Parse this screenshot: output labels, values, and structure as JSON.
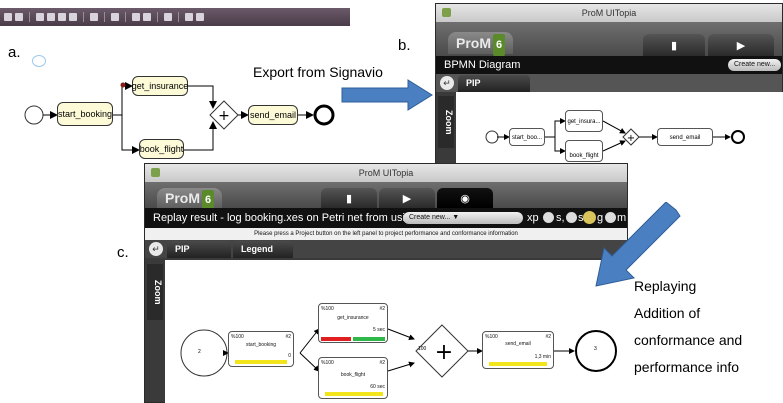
{
  "panel_a": {
    "letter": "a.",
    "toolbar_icons": [
      "tool",
      "tool",
      "zoom-in",
      "zoom-out",
      "zoom",
      "zoom",
      "text",
      "format",
      "shape",
      "chart",
      "export",
      "mail",
      "book"
    ],
    "nodes": {
      "start_booking": "start_booking",
      "get_insurance": "get_insurance",
      "book_flight": "book_flight",
      "send_email": "send_email"
    }
  },
  "arrow_export": {
    "label": "Export from Signavio"
  },
  "panel_b": {
    "letter": "b.",
    "window_title": "ProM UITopia",
    "logo": "ProM",
    "logo_version": "6",
    "view_title": "BPMN Diagram",
    "create_new": "Create new...",
    "pip_label": "PIP",
    "zoom_label": "Zoom",
    "nodes": {
      "start": "start_boo...",
      "insurance": "get_insura...",
      "flight": "book_flight",
      "email": "send_email"
    }
  },
  "panel_c": {
    "letter": "c.",
    "window_title": "ProM UITopia",
    "logo": "ProM",
    "logo_version": "6",
    "view_title": "Replay result - log booking.xes on Petri net from  usi",
    "view_title_tail": "xp",
    "view_title_tail2": "s,",
    "view_title_tail3": "st",
    "view_title_tail4": "g",
    "view_title_tail5": "m",
    "create_new": "Create new...",
    "info": "Please press a Project button on the left panel to project performance and conformance information",
    "pip_label": "PIP",
    "legend_label": "Legend",
    "zoom_label": "Zoom",
    "source_place": "2",
    "sink_place": "3",
    "gateway_label": "100",
    "nodes": {
      "start_booking": {
        "pct": "%100",
        "count": "#2",
        "name": "start_booking",
        "time": "0"
      },
      "get_insurance": {
        "pct": "%100",
        "count": "#2",
        "name": "get_insurance",
        "time": "5 sec",
        "bars": [
          "#e02020",
          "#2fb84a"
        ]
      },
      "book_flight": {
        "pct": "%100",
        "count": "#2",
        "name": "book_flight",
        "time": "60 sec"
      },
      "send_email": {
        "pct": "%100",
        "count": "#2",
        "name": "send_email",
        "time": "1,3 min"
      }
    }
  },
  "replay_note": {
    "line1": "Replaying",
    "line2": "Addition of",
    "line3": "conformance and",
    "line4": "performance info"
  },
  "colors": {
    "arrow": "#4a7fc1",
    "bpmn_fill": "#fdfbd7",
    "yellow_bar": "#f2e51c"
  }
}
